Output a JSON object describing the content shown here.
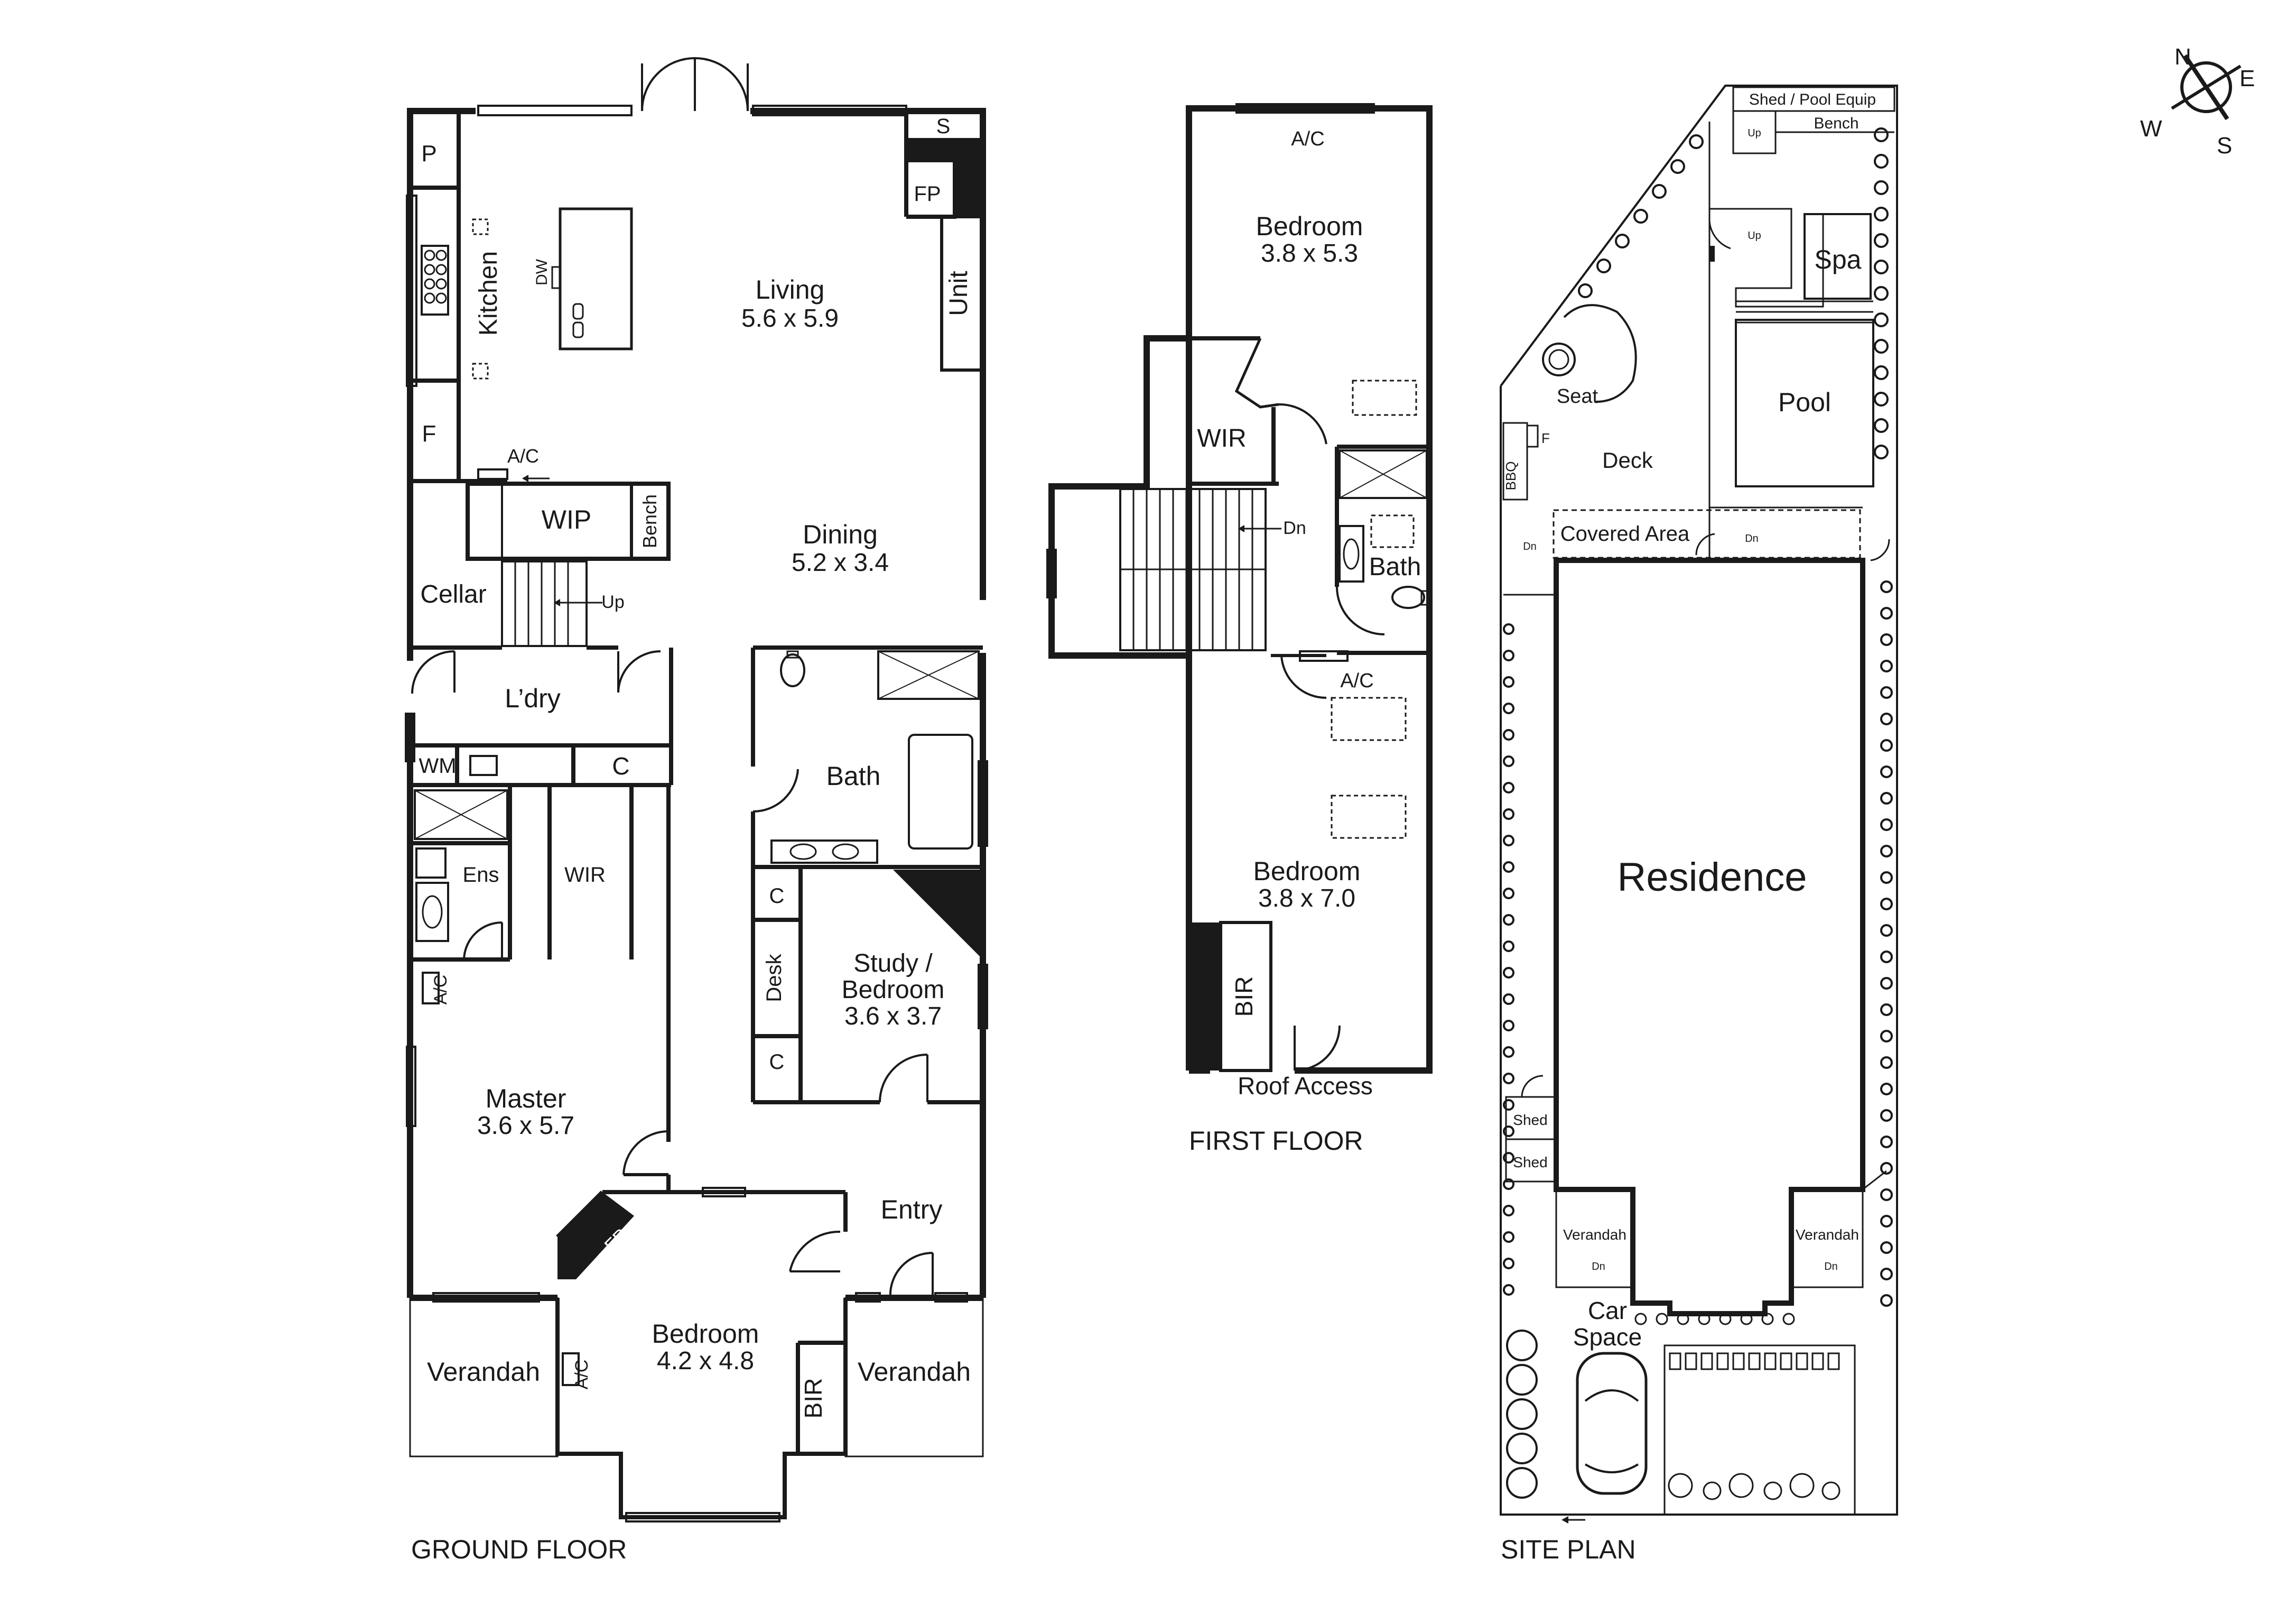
{
  "colors": {
    "wall": "#1a1a1a",
    "line": "#333333",
    "background": "#ffffff"
  },
  "compass": {
    "n": "N",
    "e": "E",
    "s": "S",
    "w": "W"
  },
  "ground_floor": {
    "caption": "GROUND FLOOR",
    "pantry": "P",
    "fridge": "F",
    "kitchen": "Kitchen",
    "dishwasher": "DW",
    "storage": "S",
    "fireplace": "FP",
    "unit": "Unit",
    "living": {
      "name": "Living",
      "size": "5.6 x 5.9"
    },
    "ac": "A/C",
    "wip": "WIP",
    "bench": "Bench",
    "dining": {
      "name": "Dining",
      "size": "5.2 x 3.4"
    },
    "cellar": "Cellar",
    "up": "Up",
    "laundry": "L’dry",
    "wm": "WM",
    "cupboard": "C",
    "bath": "Bath",
    "ensuite": "Ens",
    "wir": "WIR",
    "desk": "Desk",
    "study": {
      "name_line1": "Study /",
      "name_line2": "Bedroom",
      "size": "3.6 x 3.7"
    },
    "master": {
      "name": "Master",
      "size": "3.6 x 5.7"
    },
    "entry": "Entry",
    "bedroom": {
      "name": "Bedroom",
      "size": "4.2 x 4.8"
    },
    "verandah": "Verandah",
    "bir": "BIR"
  },
  "first_floor": {
    "caption": "FIRST FLOOR",
    "ac": "A/C",
    "bedroom1": {
      "name": "Bedroom",
      "size": "3.8 x 5.3"
    },
    "wir": "WIR",
    "down": "Dn",
    "bath": "Bath",
    "bedroom2": {
      "name": "Bedroom",
      "size": "3.8 x 7.0"
    },
    "bir": "BIR",
    "roof_access": "Roof Access"
  },
  "site_plan": {
    "caption": "SITE PLAN",
    "shed_pool_equip": "Shed / Pool Equip",
    "bench": "Bench",
    "up": "Up",
    "spa": "Spa",
    "seat": "Seat",
    "pool": "Pool",
    "bbq": "BBQ",
    "fridge": "F",
    "deck": "Deck",
    "covered_area": "Covered Area",
    "down": "Dn",
    "residence": "Residence",
    "shed": "Shed",
    "verandah": "Verandah",
    "car_space_line1": "Car",
    "car_space_line2": "Space"
  }
}
